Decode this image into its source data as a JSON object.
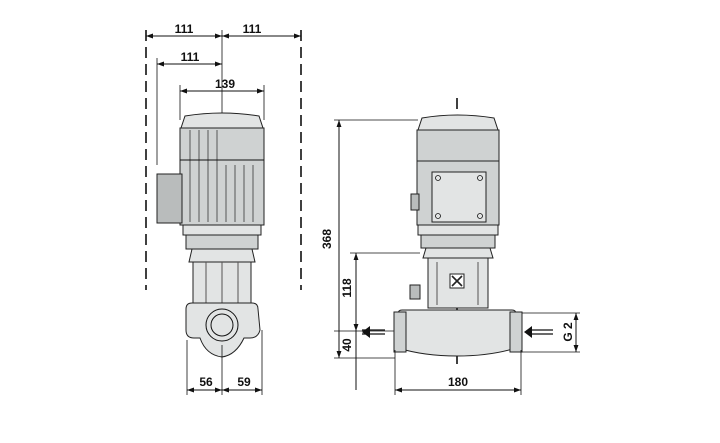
{
  "dimensions": {
    "side_view": {
      "top_left": "111",
      "top_right": "111",
      "second": "111",
      "third": "139",
      "bottom_left": "56",
      "bottom_right": "59"
    },
    "front_view": {
      "total_height": "368",
      "mid_height": "118",
      "port_height": "40",
      "width": "180",
      "connection": "G 2"
    }
  }
}
